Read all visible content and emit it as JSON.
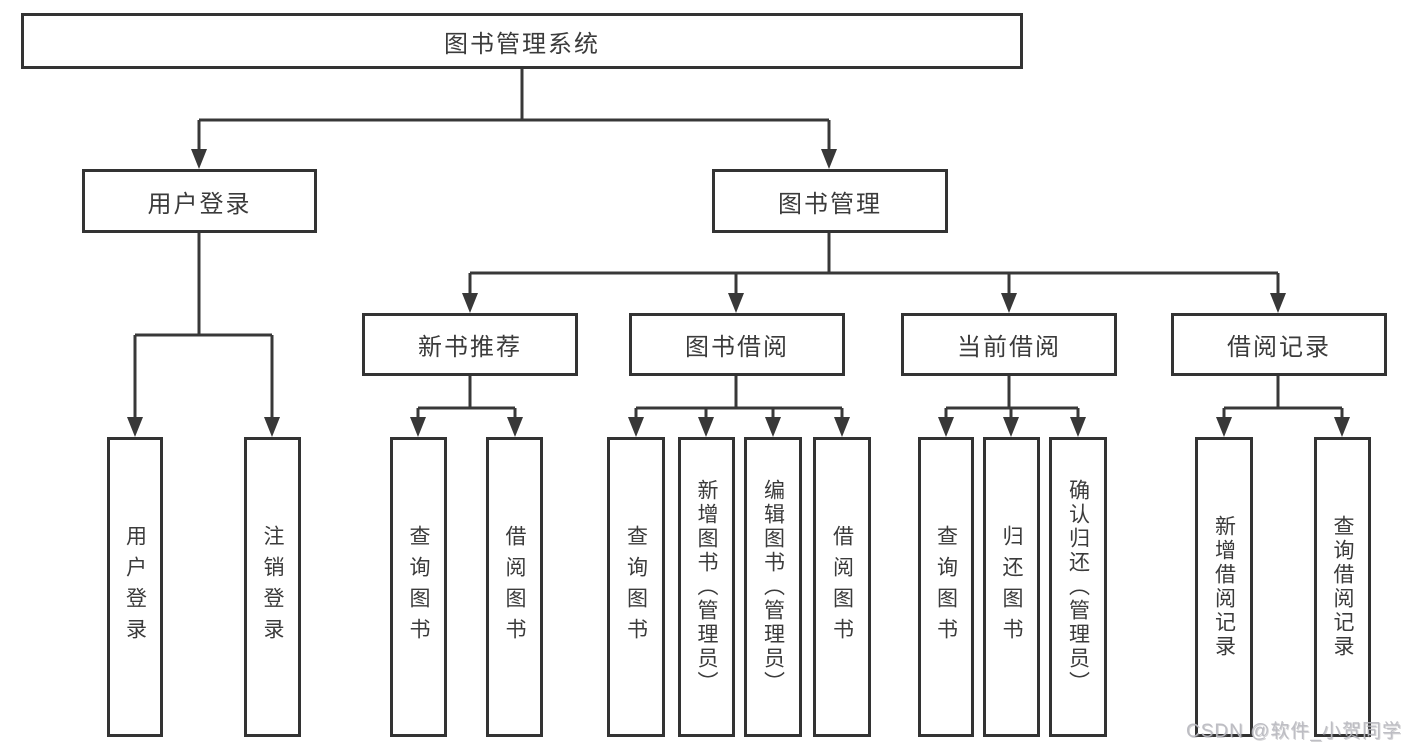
{
  "tree": {
    "root": "图书管理系统",
    "children": [
      {
        "label": "用户登录",
        "leaves": [
          "用户登录",
          "注销登录"
        ]
      },
      {
        "label": "图书管理",
        "children": [
          {
            "label": "新书推荐",
            "leaves": [
              "查询图书",
              "借阅图书"
            ]
          },
          {
            "label": "图书借阅",
            "leaves": [
              "查询图书",
              "新增图书（管理员）",
              "编辑图书（管理员）",
              "借阅图书"
            ]
          },
          {
            "label": "当前借阅",
            "leaves": [
              "查询图书",
              "归还图书",
              "确认归还（管理员）"
            ]
          },
          {
            "label": "借阅记录",
            "leaves": [
              "新增借阅记录",
              "查询借阅记录"
            ]
          }
        ]
      }
    ]
  },
  "watermark": {
    "text": "CSDN @软件_小贺同学"
  },
  "colors": {
    "line": "#383838",
    "box_border": "#333333",
    "text": "#3b3b3b",
    "background": "#ffffff",
    "watermark": "#bababd"
  }
}
